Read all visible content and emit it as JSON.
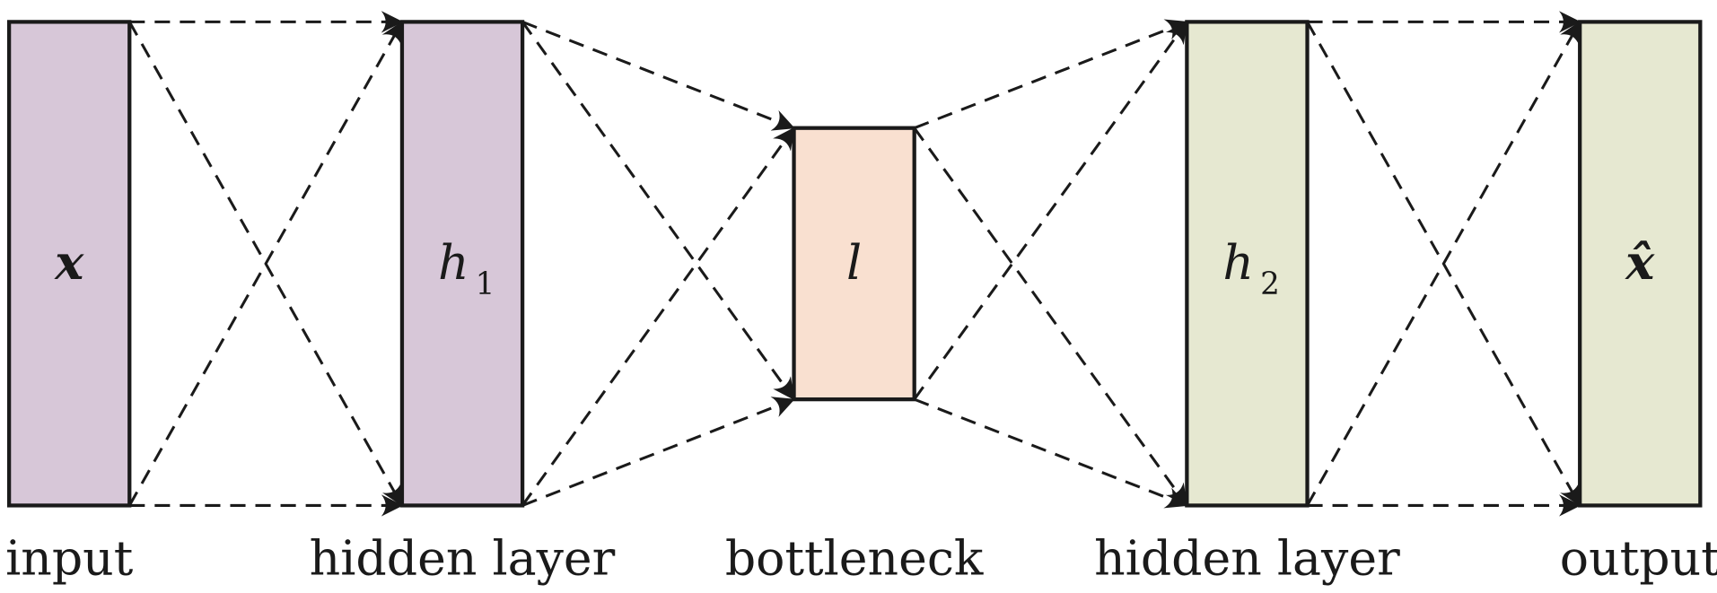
{
  "layers": [
    {
      "symbol": "x",
      "subscript": "",
      "label": "input",
      "color": "#d7c7d8"
    },
    {
      "symbol": "h",
      "subscript": "1",
      "label": "hidden layer",
      "color": "#d7c7d8"
    },
    {
      "symbol": "l",
      "subscript": "",
      "label": "bottleneck",
      "color": "#f9e0d0"
    },
    {
      "symbol": "h",
      "subscript": "2",
      "label": "hidden layer",
      "color": "#e6e8d1"
    },
    {
      "symbol": "x̂",
      "subscript": "",
      "label": "output",
      "color": "#e6e8d1"
    }
  ]
}
